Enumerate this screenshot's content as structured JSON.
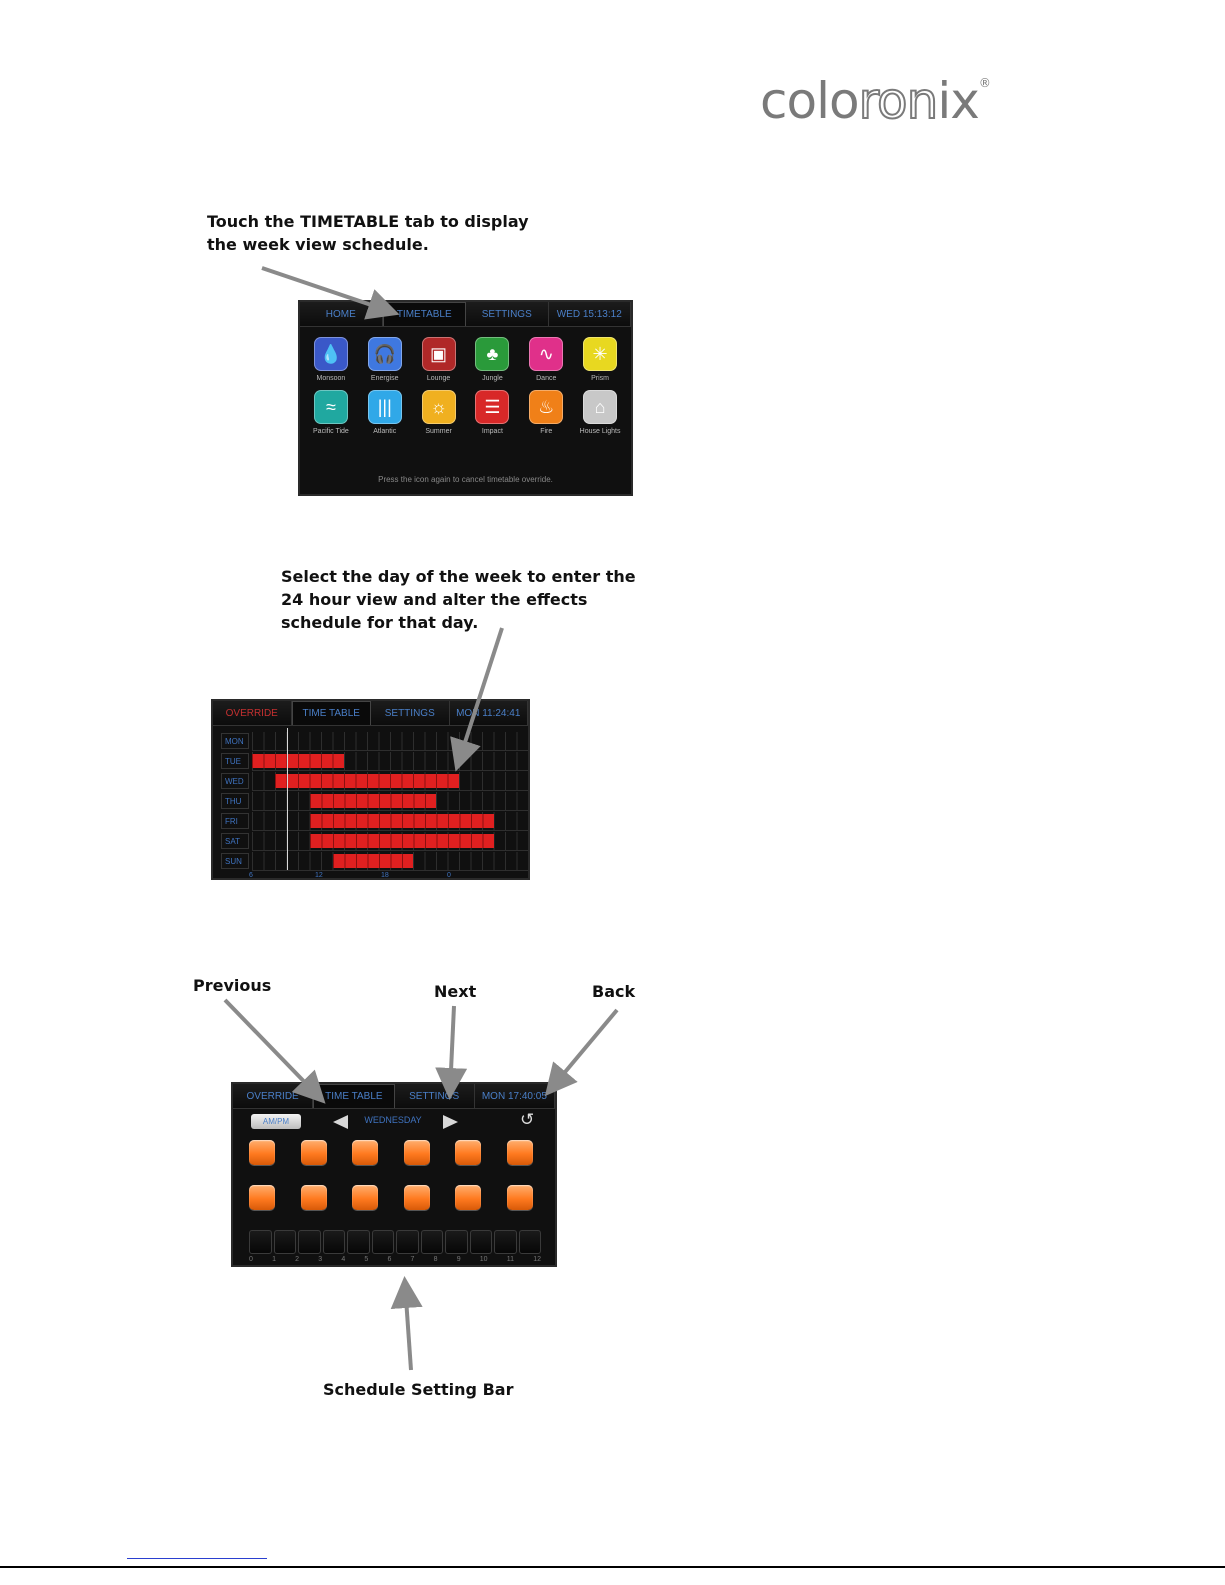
{
  "logo": {
    "part1": "colo",
    "part2": "ron",
    "part3": "ix",
    "reg": "®"
  },
  "step1": {
    "caption_line1": "Touch the TIMETABLE tab to display",
    "caption_line2": "the week view schedule.",
    "tabs": [
      "HOME",
      "TIMETABLE",
      "SETTINGS",
      "WED 15:13:12"
    ],
    "apps": [
      {
        "label": "Monsoon",
        "icon": "water-drops-icon",
        "color": "#3a58c8"
      },
      {
        "label": "Energise",
        "icon": "headphones-icon",
        "color": "#3f78e0"
      },
      {
        "label": "Lounge",
        "icon": "tv-icon",
        "color": "#b02828"
      },
      {
        "label": "Jungle",
        "icon": "palm-tree-icon",
        "color": "#2a9a3a"
      },
      {
        "label": "Dance",
        "icon": "wave-icon",
        "color": "#e0308a"
      },
      {
        "label": "Prism",
        "icon": "starburst-icon",
        "color": "#e8d820"
      },
      {
        "label": "Pacific Tide",
        "icon": "tide-icon",
        "color": "#20a8a0"
      },
      {
        "label": "Atlantic",
        "icon": "stripes-icon",
        "color": "#30a8e8"
      },
      {
        "label": "Summer",
        "icon": "sun-icon",
        "color": "#f0b020"
      },
      {
        "label": "Impact",
        "icon": "ladder-icon",
        "color": "#d82828"
      },
      {
        "label": "Fire",
        "icon": "flame-icon",
        "color": "#f08018"
      },
      {
        "label": "House Lights",
        "icon": "house-icon",
        "color": "#c8c8c8"
      }
    ],
    "footer": "Press the icon again to cancel timetable override."
  },
  "step2": {
    "caption": "Select the day of the week to enter the 24 hour view and alter the effects schedule for that day.",
    "tabs": [
      "OVERRIDE",
      "TIME TABLE",
      "SETTINGS",
      "MON 11:24:41"
    ],
    "days": [
      {
        "day": "MON",
        "start": null,
        "end": null
      },
      {
        "day": "TUE",
        "start": 0,
        "end": 8
      },
      {
        "day": "WED",
        "start": 2,
        "end": 18
      },
      {
        "day": "THU",
        "start": 5,
        "end": 16
      },
      {
        "day": "FRI",
        "start": 5,
        "end": 21
      },
      {
        "day": "SAT",
        "start": 5,
        "end": 21
      },
      {
        "day": "SUN",
        "start": 7,
        "end": 14
      }
    ],
    "axis_ticks": [
      "6",
      "12",
      "18",
      "0"
    ]
  },
  "step3": {
    "label_previous": "Previous",
    "label_next": "Next",
    "label_back": "Back",
    "label_bar": "Schedule Setting Bar",
    "tabs": [
      "OVERRIDE",
      "TIME TABLE",
      "SETTINGS",
      "MON 17:40:05"
    ],
    "ampm": "AM/PM",
    "day": "WEDNESDAY",
    "hours": [
      "0",
      "1",
      "2",
      "3",
      "4",
      "5",
      "6",
      "7",
      "8",
      "9",
      "10",
      "11",
      "12"
    ]
  }
}
